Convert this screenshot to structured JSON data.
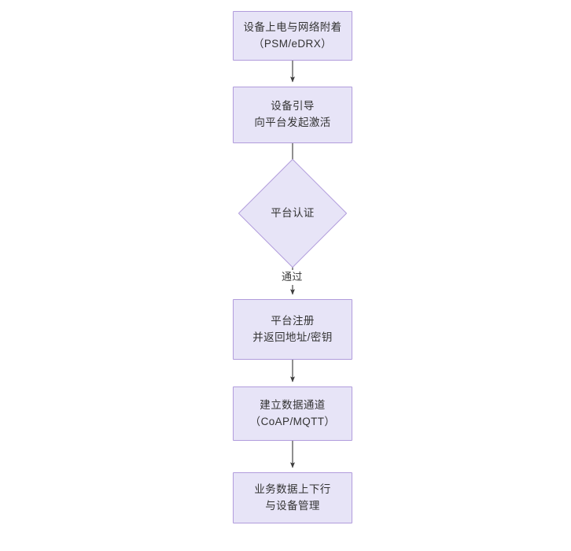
{
  "diagram": {
    "type": "flowchart",
    "orientation": "top-to-bottom",
    "background_color": "#ffffff",
    "node_fill_color": "#e7e4f7",
    "node_border_color": "#b19cdc",
    "text_color": "#333333",
    "edge_color": "#3c3c3c",
    "nodes": [
      {
        "id": "n1",
        "shape": "rectangle",
        "lines": [
          "设备上电与网络附着",
          "（PSM/eDRX）"
        ]
      },
      {
        "id": "n2",
        "shape": "rectangle",
        "lines": [
          "设备引导",
          "向平台发起激活"
        ]
      },
      {
        "id": "n3",
        "shape": "diamond",
        "lines": [
          "平台认证"
        ]
      },
      {
        "id": "n4",
        "shape": "rectangle",
        "lines": [
          "平台注册",
          "并返回地址/密钥"
        ]
      },
      {
        "id": "n5",
        "shape": "rectangle",
        "lines": [
          "建立数据通道",
          "（CoAP/MQTT）"
        ]
      },
      {
        "id": "n6",
        "shape": "rectangle",
        "lines": [
          "业务数据上下行",
          "与设备管理"
        ]
      }
    ],
    "edges": [
      {
        "from": "n1",
        "to": "n2",
        "label": ""
      },
      {
        "from": "n2",
        "to": "n3",
        "label": ""
      },
      {
        "from": "n3",
        "to": "n4",
        "label": "通过"
      },
      {
        "from": "n4",
        "to": "n5",
        "label": ""
      },
      {
        "from": "n5",
        "to": "n6",
        "label": ""
      }
    ]
  }
}
